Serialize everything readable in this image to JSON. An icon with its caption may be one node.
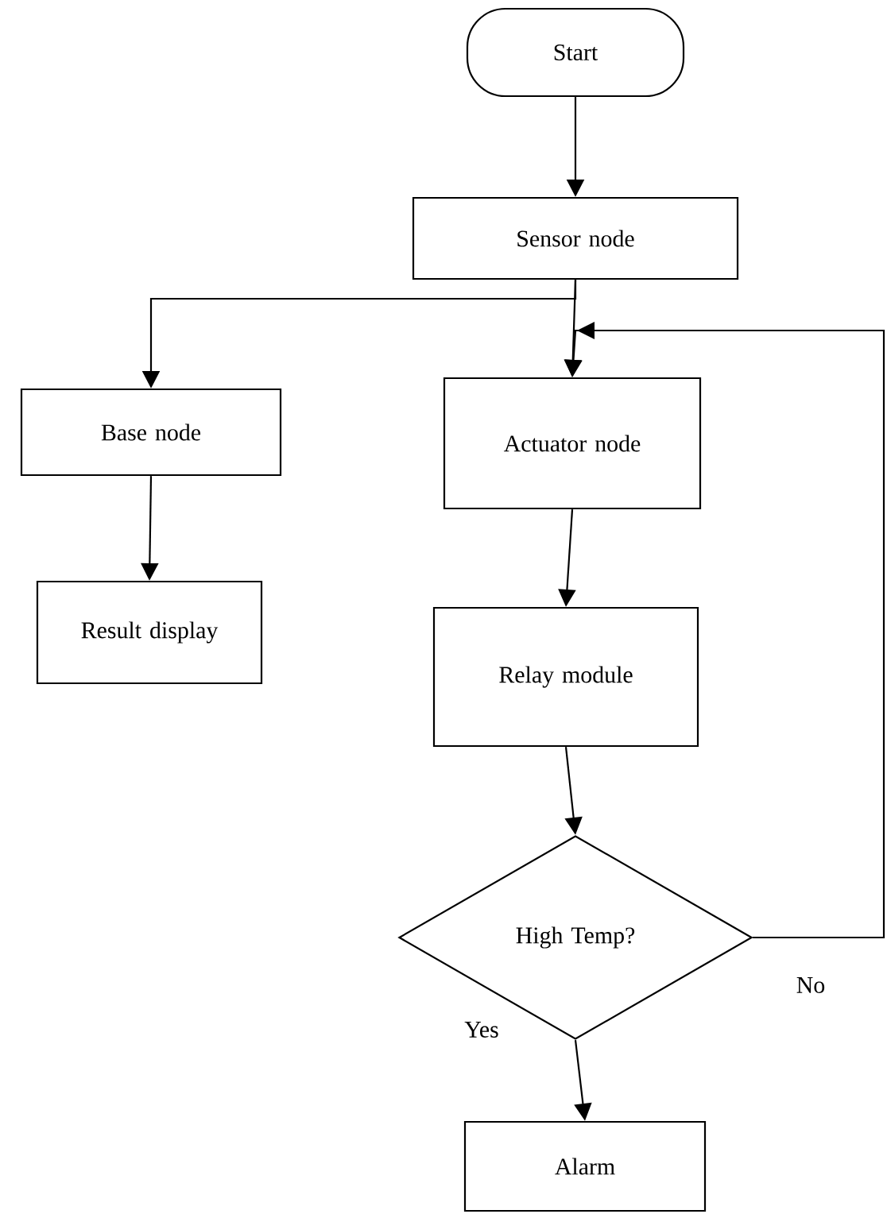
{
  "diagram": {
    "nodes": [
      {
        "text": [
          "Start"
        ]
      },
      {
        "text": [
          "Sensor node"
        ]
      },
      {
        "text": [
          "Base node"
        ]
      },
      {
        "text": [
          "Actuator node"
        ]
      },
      {
        "text": [
          "Result display"
        ]
      },
      {
        "text": [
          "Relay module"
        ]
      },
      {
        "text": [
          "High Temp?"
        ]
      },
      {
        "text": [
          "Alarm"
        ]
      }
    ],
    "edges": [
      {
        "from": 0,
        "to": 1,
        "arrow": "to"
      },
      {
        "from": 1,
        "to": 2,
        "arrow": "to"
      },
      {
        "from": 1,
        "to": 3,
        "arrow": "to"
      },
      {
        "from": 2,
        "to": 4,
        "arrow": "to"
      },
      {
        "from": 3,
        "to": 5,
        "arrow": "to"
      },
      {
        "from": 5,
        "to": 6,
        "arrow": "to"
      },
      {
        "from": 6,
        "to": 7,
        "label": "Yes",
        "arrow": "to"
      },
      {
        "from": 6,
        "to": 3,
        "label": "No",
        "arrow": "to"
      }
    ]
  }
}
